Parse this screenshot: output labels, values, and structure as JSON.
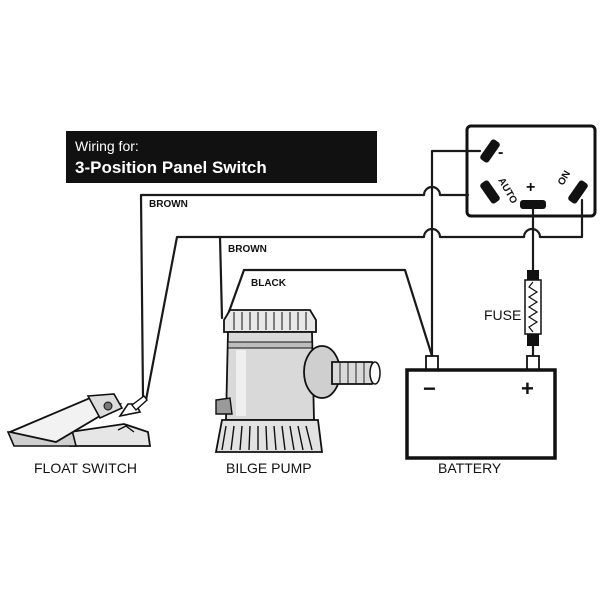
{
  "header": {
    "line1": "Wiring for:",
    "line2": "3-Position Panel Switch"
  },
  "switch_panel": {
    "minus": "-",
    "auto": "AUTO",
    "plus": "+",
    "on": "ON"
  },
  "wires": {
    "brown_1": "BROWN",
    "brown_2": "BROWN",
    "black": "BLACK"
  },
  "components": {
    "fuse": "FUSE",
    "battery": "BATTERY",
    "battery_minus": "−",
    "battery_plus": "+",
    "float_switch": "FLOAT SWITCH",
    "bilge_pump": "BILGE PUMP"
  },
  "colors": {
    "header_bg": "#111111",
    "header_text": "#ffffff",
    "wire": "#1a1a1a",
    "pump_body": "#d9d9d9"
  }
}
